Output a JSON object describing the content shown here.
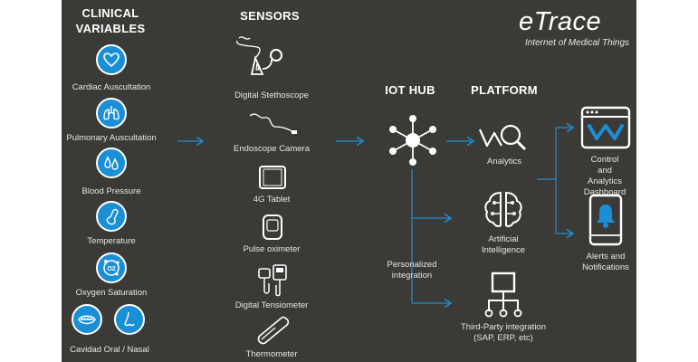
{
  "brand": {
    "name": "eTrace",
    "tagline": "Internet of Medical Things"
  },
  "headers": {
    "clinical": [
      "CLINICAL",
      "VARIABLES"
    ],
    "sensors": "SENSORS",
    "iot_hub": "IOT HUB",
    "platform": "PLATFORM"
  },
  "clinical_variables": [
    "Cardiac Auscultation",
    "Pulmonary Auscultation",
    "Blood Pressure",
    "Temperature",
    "Oxygen Saturation",
    "Cavidad Oral / Nasal"
  ],
  "sensors": [
    "Digital Stethoscope",
    "Endoscope Camera",
    "4G Tablet",
    "Pulse oximeter",
    "Digital Tensiometer",
    "Thermometer"
  ],
  "hub": {
    "integration_label": [
      "Personalized",
      "integration"
    ]
  },
  "platform": {
    "analytics": "Analytics",
    "ai": [
      "Artificial",
      "Intelligence"
    ],
    "third_party": [
      "Third-Party integration",
      "(SAP, ERP, etc)"
    ]
  },
  "outputs": {
    "dashboard": [
      "Control and",
      "Analytics",
      "Dashboard"
    ],
    "alerts": [
      "Alerts and",
      "Notifications"
    ]
  },
  "colors": {
    "accent": "#1b8fd6",
    "background": "#3b3a37",
    "arrow": "#1b8fd6"
  },
  "icons": {
    "clinical": [
      "heart-icon",
      "lungs-icon",
      "blood-drops-icon",
      "thermometer-icon",
      "oxygen-icon",
      "mouth-icon",
      "nose-icon"
    ],
    "sensors": [
      "stethoscope-icon",
      "endoscope-icon",
      "tablet-icon",
      "pulse-oximeter-icon",
      "tensiometer-icon",
      "thermometer-icon"
    ],
    "hub": "hub-network-icon",
    "platform": [
      "analytics-icon",
      "ai-brain-icon",
      "integration-icon"
    ],
    "outputs": [
      "dashboard-icon",
      "bell-phone-icon"
    ]
  }
}
